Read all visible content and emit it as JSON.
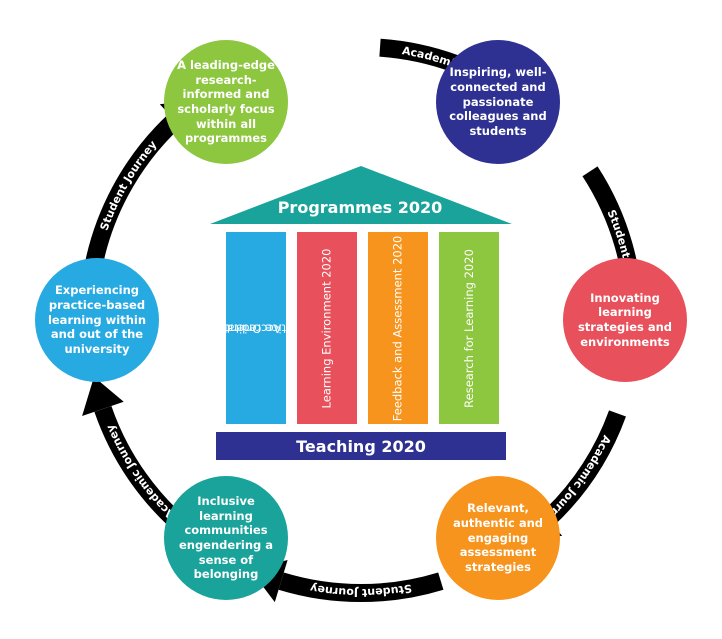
{
  "colors": {
    "ring": "#000000",
    "label_text": "#ffffff",
    "roof": "#1aa39a",
    "base": "#2e3192"
  },
  "nodes": [
    {
      "id": "research-focus",
      "text": "A leading-edge research-informed and scholarly focus within all programmes",
      "color": "#8dc63f"
    },
    {
      "id": "colleagues",
      "text": "Inspiring, well-connected and passionate colleagues and students",
      "color": "#2e3192"
    },
    {
      "id": "learning-strategies",
      "text": "Innovating learning strategies and environments",
      "color": "#e8505b"
    },
    {
      "id": "assessment",
      "text": "Relevant, authentic and engaging assessment strategies",
      "color": "#f7941d"
    },
    {
      "id": "inclusive",
      "text": "Inclusive learning communities engendering a sense of belonging",
      "color": "#1aa39a"
    },
    {
      "id": "practice-based",
      "text": "Experiencing practice-based learning within and out of the university",
      "color": "#27aae1"
    }
  ],
  "arrows": [
    {
      "label": "Academic Journey"
    },
    {
      "label": "Student Journey"
    },
    {
      "label": "Academic Journey"
    },
    {
      "label": "Student Journey"
    },
    {
      "label": "Academic Journey"
    },
    {
      "label": "Student Journey"
    }
  ],
  "temple": {
    "roof_label": "Programmes 2020",
    "base_label": "Teaching 2020",
    "pillars": [
      {
        "line1": "Practice Oriented and",
        "line2": "Professional Accreditation 2020",
        "color": "#27aae1"
      },
      {
        "line1": "Learning Environment 2020",
        "line2": "",
        "color": "#e8505b"
      },
      {
        "line1": "Feedback and Assessment 2020",
        "line2": "",
        "color": "#f7941d"
      },
      {
        "line1": "Research for Learning 2020",
        "line2": "",
        "color": "#8dc63f"
      }
    ]
  }
}
